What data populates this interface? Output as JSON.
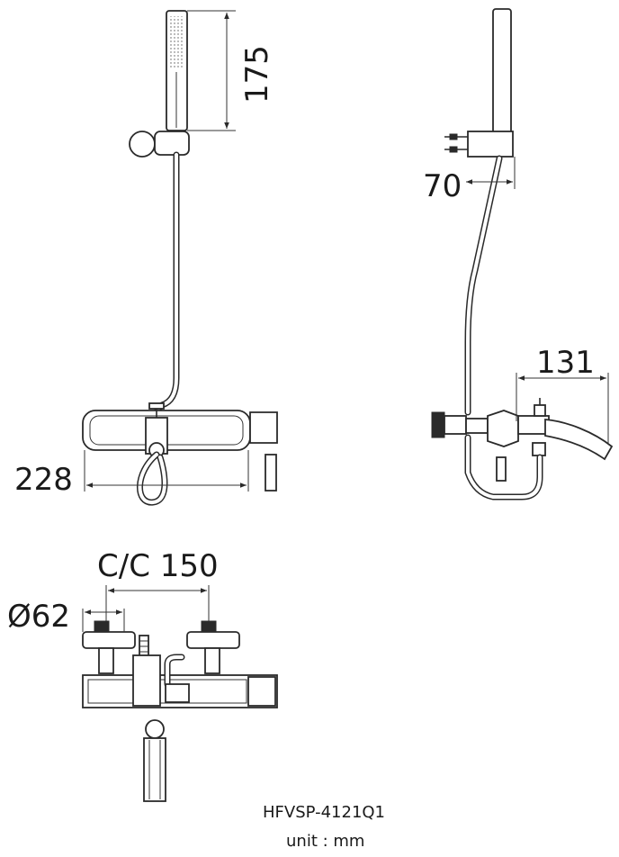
{
  "dimensions": {
    "shower_head_length": "175",
    "bracket_offset": "70",
    "spout_projection": "131",
    "body_width": "228",
    "center_distance": "C/C 150",
    "handle_diameter": "Ø62"
  },
  "model": "HFVSP-4121Q1",
  "unit": "unit : mm"
}
